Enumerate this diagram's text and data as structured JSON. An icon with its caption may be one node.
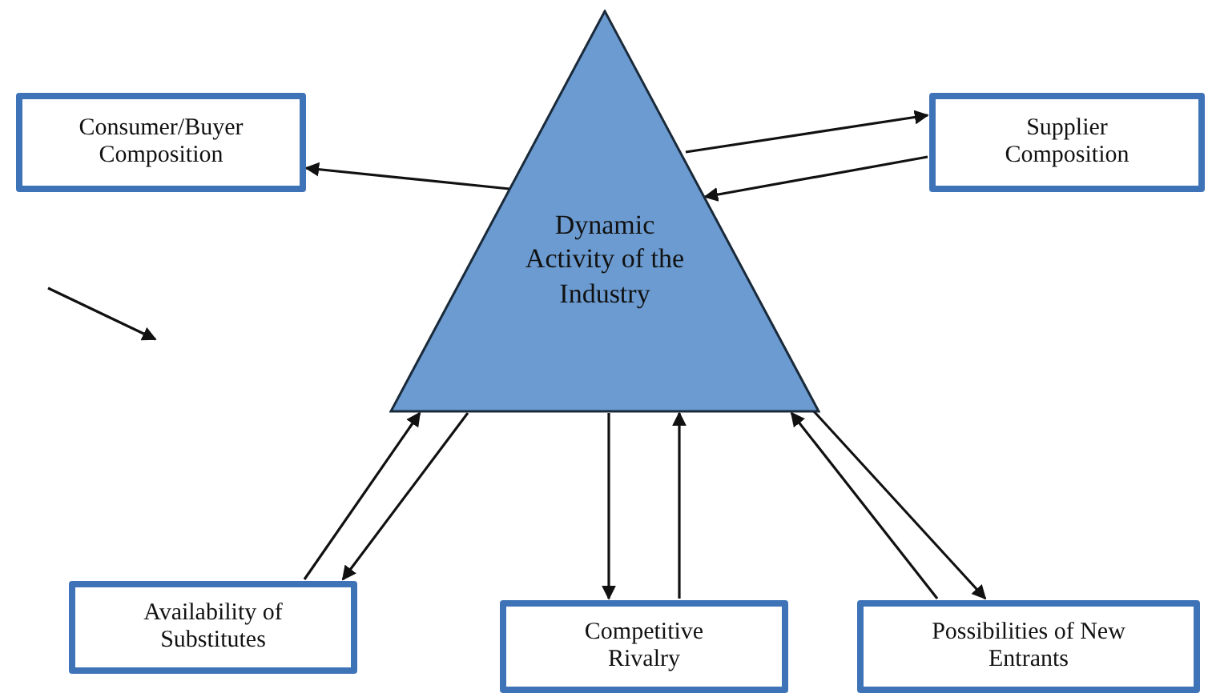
{
  "diagram": {
    "nodes": [
      {
        "text": [
          "Dynamic Activity of the Industry"
        ]
      },
      {
        "text": [
          "Consumer/Buyer Composition"
        ]
      },
      {
        "text": [
          "Supplier Composition"
        ]
      },
      {
        "text": [
          "Availability of Substitutes"
        ]
      },
      {
        "text": [
          "Competitive Rivalry"
        ]
      },
      {
        "text": [
          "Possibilities of New Entrants"
        ]
      }
    ],
    "edges": [
      {
        "from": 0,
        "to": 1,
        "arrow": "to"
      },
      {
        "from": 0,
        "to": 2,
        "arrow": "to"
      },
      {
        "from": 2,
        "to": 0,
        "arrow": "to"
      },
      {
        "from": 3,
        "to": 0,
        "arrow": "to"
      },
      {
        "from": 0,
        "to": 3,
        "arrow": "to"
      },
      {
        "from": 0,
        "to": 4,
        "arrow": "to"
      },
      {
        "from": 4,
        "to": 0,
        "arrow": "to"
      },
      {
        "from": 5,
        "to": 0,
        "arrow": "to"
      },
      {
        "from": 0,
        "to": 5,
        "arrow": "to"
      }
    ]
  }
}
